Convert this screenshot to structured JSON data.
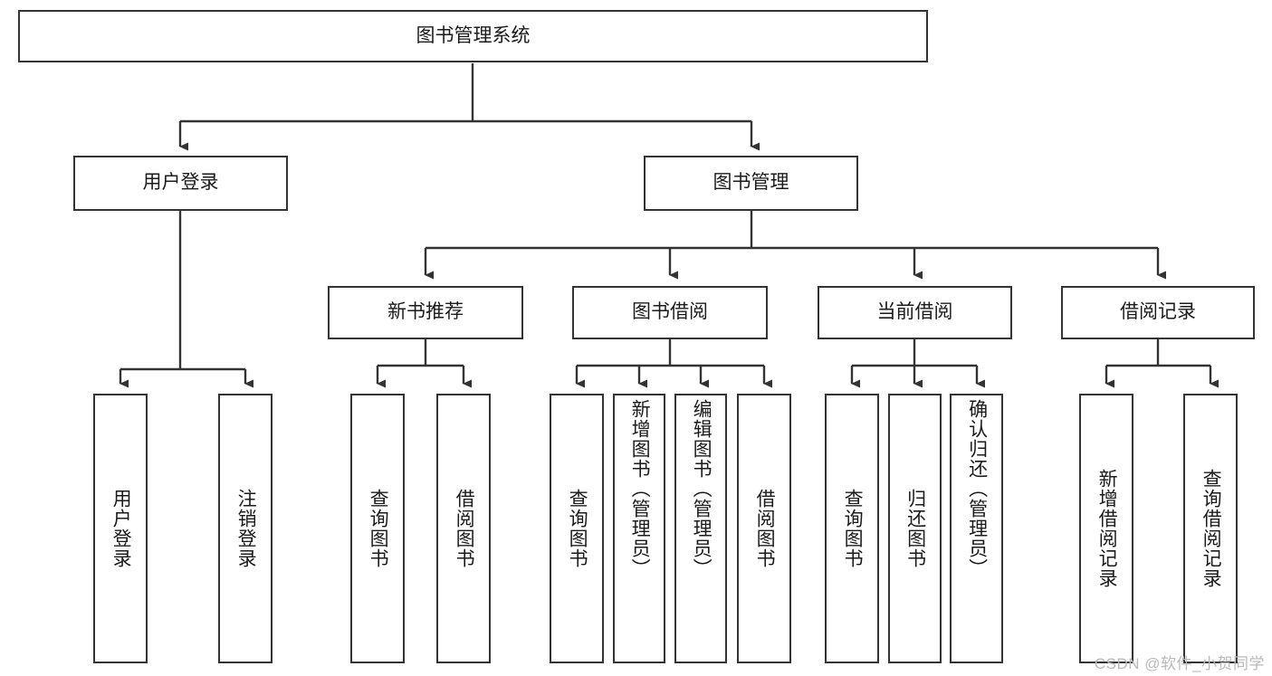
{
  "diagram": {
    "type": "tree",
    "title": "图书管理系统",
    "watermark": "CSDN @软件_小贺同学",
    "colors": {
      "background": "#ffffff",
      "node_border": "#333333",
      "node_fill": "#ffffff",
      "text": "#1b1b1b",
      "edge": "#333333",
      "watermark": "#b9b9b9"
    },
    "nodes": {
      "root": {
        "label": "图书管理系统"
      },
      "level2": [
        {
          "id": "user-login",
          "label": "用户登录"
        },
        {
          "id": "book-manage",
          "label": "图书管理"
        }
      ],
      "level3": [
        {
          "id": "new-book-recommend",
          "label": "新书推荐"
        },
        {
          "id": "book-borrow",
          "label": "图书借阅"
        },
        {
          "id": "current-borrow",
          "label": "当前借阅"
        },
        {
          "id": "borrow-record",
          "label": "借阅记录"
        }
      ],
      "leaves": [
        {
          "id": "leaf-user-login",
          "label": "用户登录"
        },
        {
          "id": "leaf-user-logout",
          "label": "注销登录"
        },
        {
          "id": "leaf-query-book-1",
          "label": "查询图书"
        },
        {
          "id": "leaf-borrow-book-1",
          "label": "借阅图书"
        },
        {
          "id": "leaf-query-book-2",
          "label": "查询图书"
        },
        {
          "id": "leaf-add-book",
          "label": "新增图书（管理员）"
        },
        {
          "id": "leaf-edit-book",
          "label": "编辑图书（管理员）"
        },
        {
          "id": "leaf-borrow-book-2",
          "label": "借阅图书"
        },
        {
          "id": "leaf-query-book-3",
          "label": "查询图书"
        },
        {
          "id": "leaf-return-book",
          "label": "归还图书"
        },
        {
          "id": "leaf-confirm-return",
          "label": "确认归还（管理员）"
        },
        {
          "id": "leaf-add-record",
          "label": "新增借阅记录"
        },
        {
          "id": "leaf-query-record",
          "label": "查询借阅记录"
        }
      ]
    }
  }
}
